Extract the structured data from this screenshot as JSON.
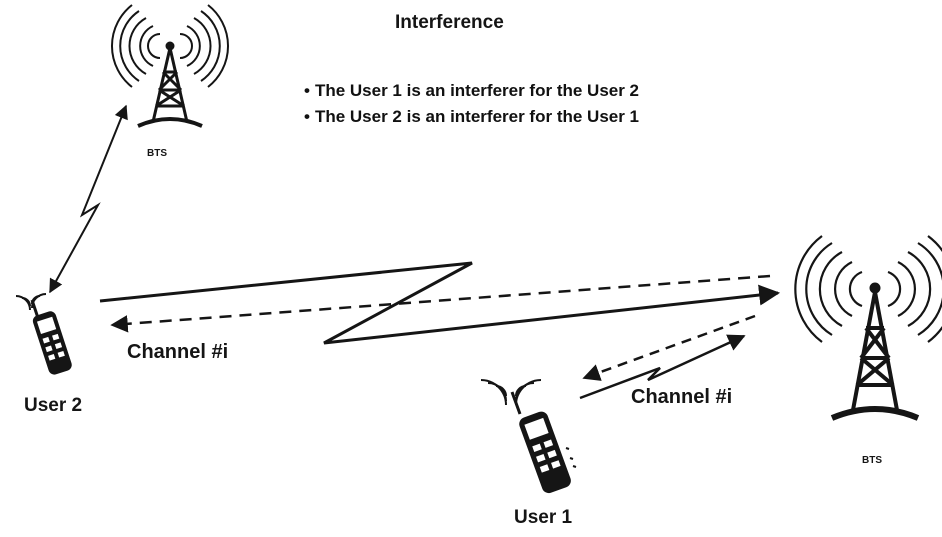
{
  "title": "Interference",
  "bullets": [
    "The User 1 is an interferer for the User 2",
    "The User 2 is an interferer for the User 1"
  ],
  "nodes": {
    "bts_top": "BTS",
    "bts_right": "BTS",
    "user2": "User 2",
    "user1": "User 1"
  },
  "links": {
    "channel_left": "Channel #i",
    "channel_right": "Channel #i"
  },
  "colors": {
    "ink": "#151515",
    "background": "#ffffff"
  }
}
